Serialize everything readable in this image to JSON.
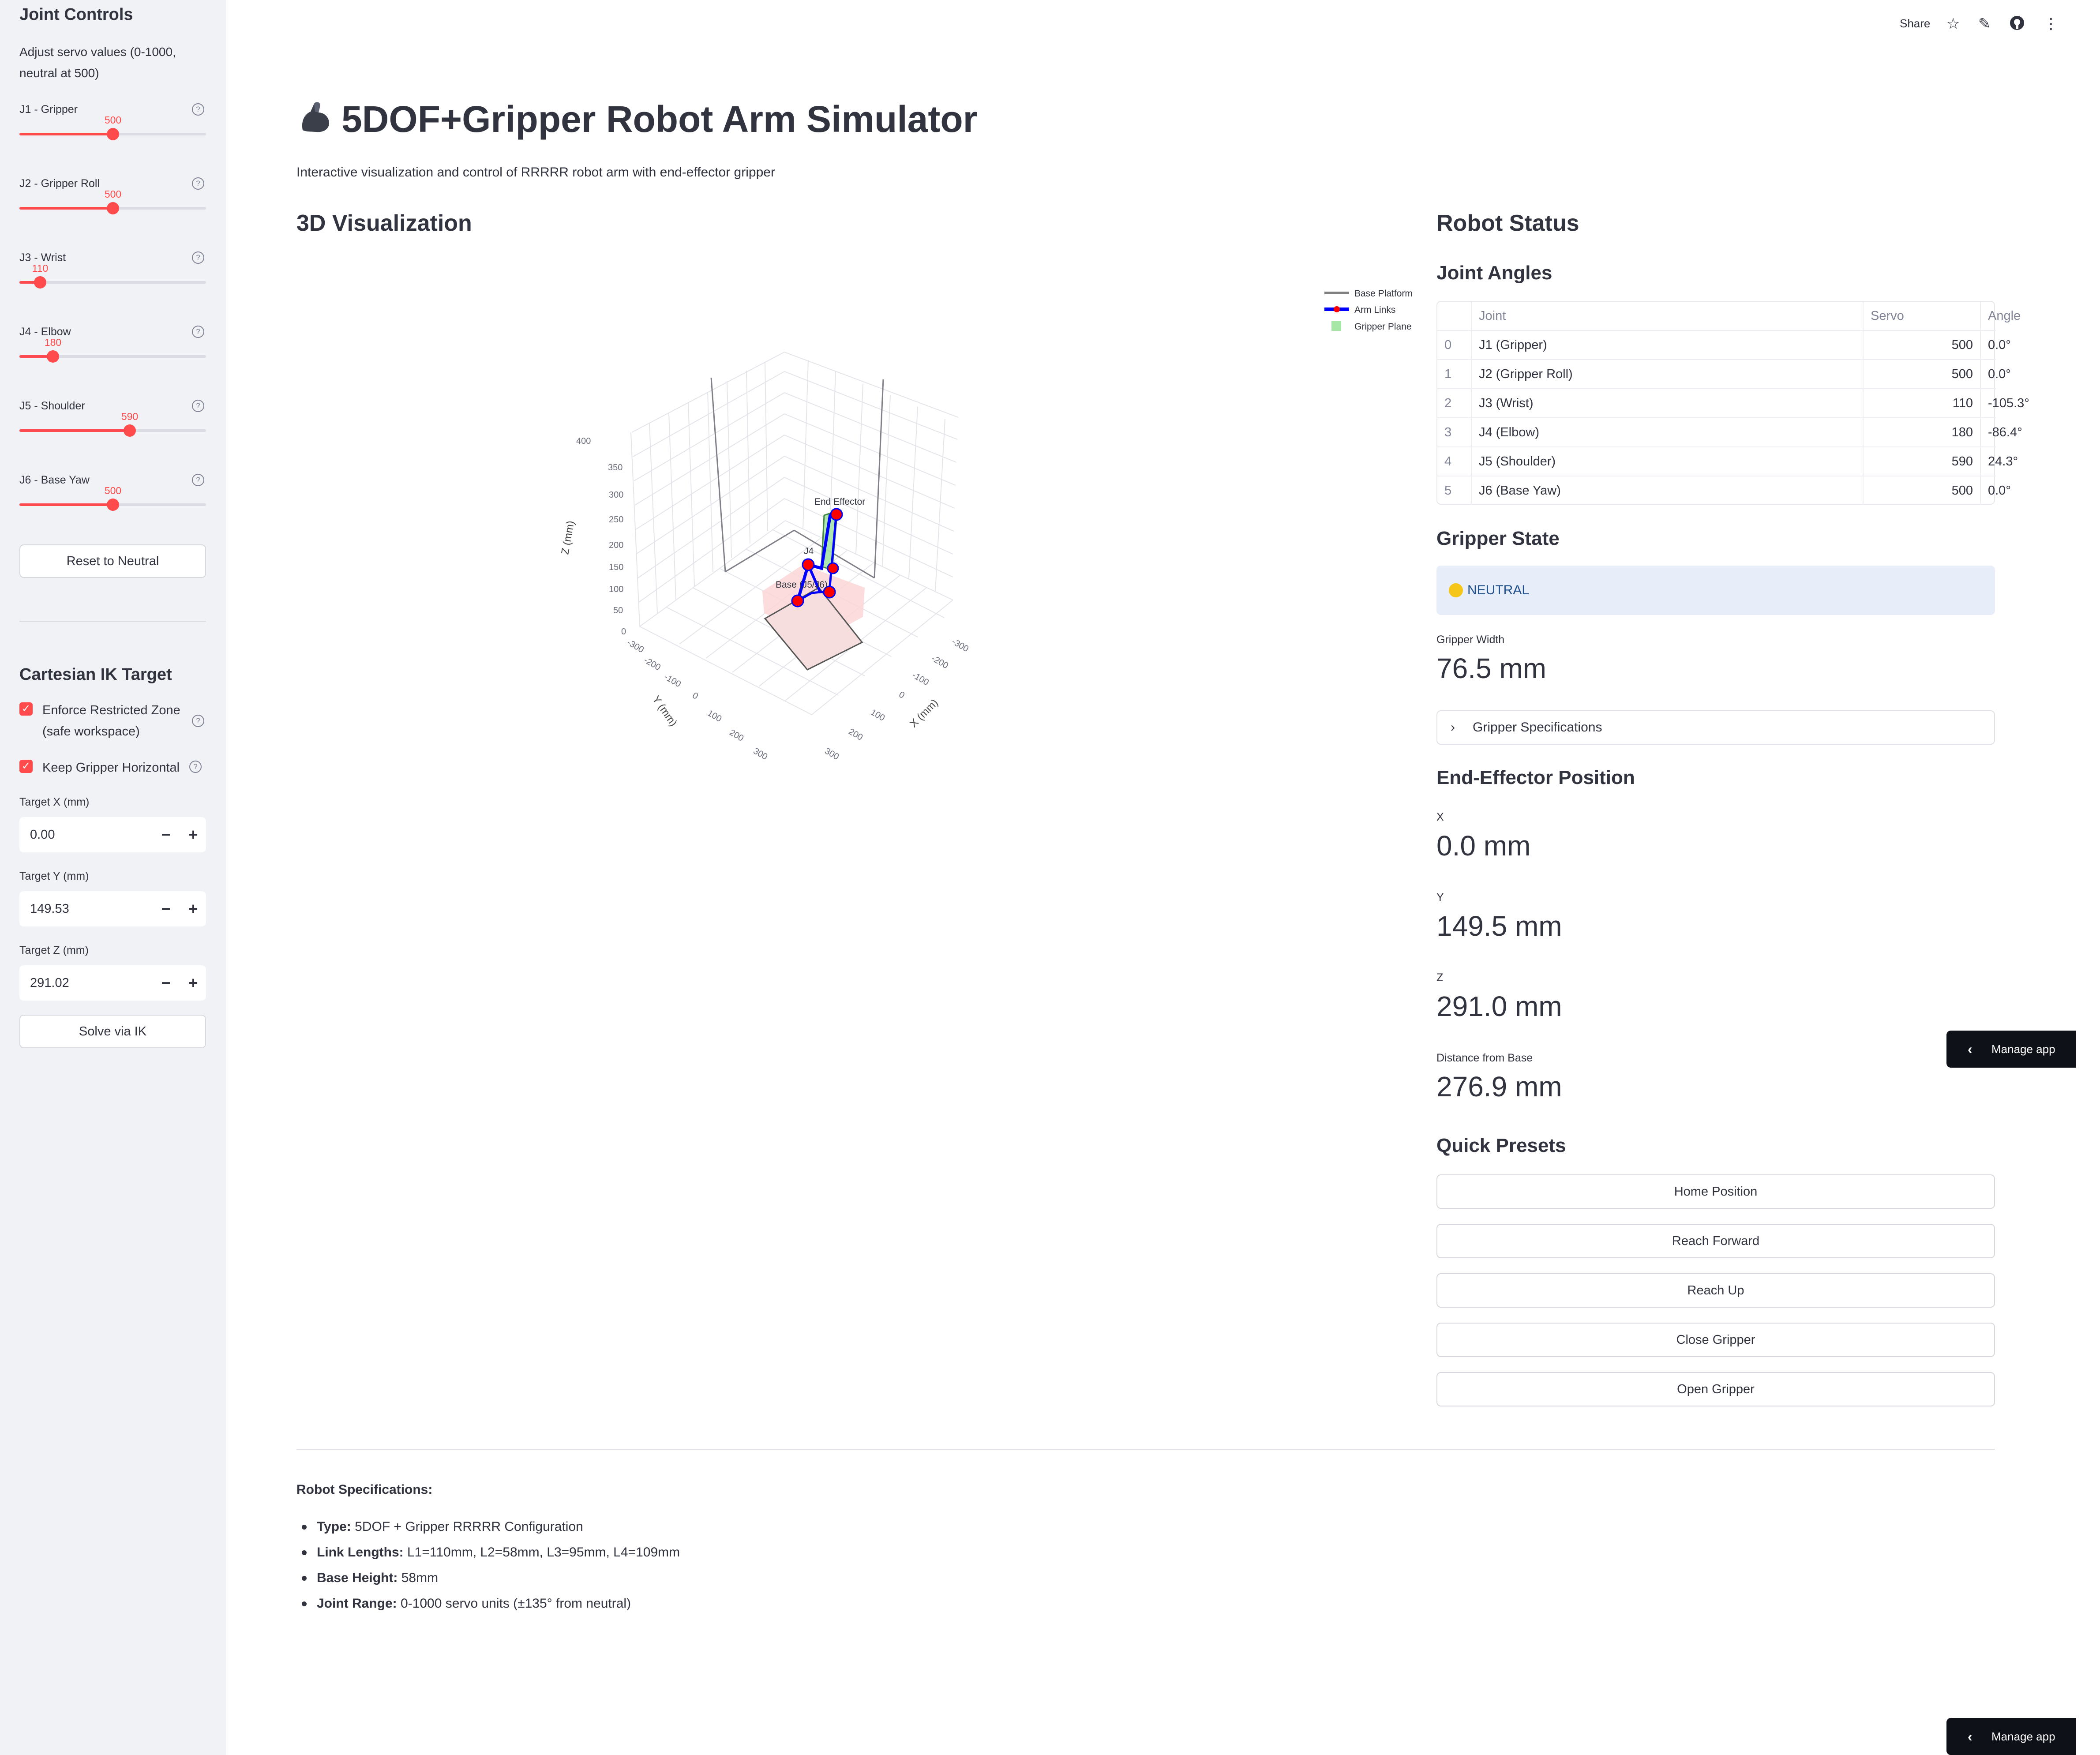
{
  "header": {
    "share_label": "Share",
    "icons": [
      "star-icon",
      "pencil-icon",
      "github-icon",
      "more-vertical-icon"
    ]
  },
  "sidebar": {
    "joint_controls_title": "Joint Controls",
    "joint_controls_desc": "Adjust servo values (0-1000, neutral at 500)",
    "sliders": [
      {
        "label": "J1 - Gripper",
        "value": 500,
        "min": 0,
        "max": 1000
      },
      {
        "label": "J2 - Gripper Roll",
        "value": 500,
        "min": 0,
        "max": 1000
      },
      {
        "label": "J3 - Wrist",
        "value": 110,
        "min": 0,
        "max": 1000
      },
      {
        "label": "J4 - Elbow",
        "value": 180,
        "min": 0,
        "max": 1000
      },
      {
        "label": "J5 - Shoulder",
        "value": 590,
        "min": 0,
        "max": 1000
      },
      {
        "label": "J6 - Base Yaw",
        "value": 500,
        "min": 0,
        "max": 1000
      }
    ],
    "reset_button": "Reset to Neutral",
    "ik_title": "Cartesian IK Target",
    "checkboxes": [
      {
        "label": "Enforce Restricted Zone (safe workspace)",
        "checked": true
      },
      {
        "label": "Keep Gripper Horizontal",
        "checked": true
      }
    ],
    "targets": [
      {
        "label": "Target X (mm)",
        "value": "0.00"
      },
      {
        "label": "Target Y (mm)",
        "value": "149.53"
      },
      {
        "label": "Target Z (mm)",
        "value": "291.02"
      }
    ],
    "solve_button": "Solve via IK",
    "accent_color": "#ff4b4b"
  },
  "main": {
    "title": "5DOF+Gripper Robot Arm Simulator",
    "title_icon": "flexed-biceps-icon",
    "subtitle": "Interactive visualization and control of RRRRR robot arm with end-effector gripper",
    "viz_title": "3D Visualization",
    "plot": {
      "legend": [
        "Base Platform",
        "Arm Links",
        "Gripper Plane"
      ],
      "legend_colors": [
        "#808080",
        "#0000ff",
        "#a6e6a6"
      ],
      "annotations": [
        "End Effector",
        "J4",
        "Base (J5/J6)"
      ],
      "axis_titles": {
        "x": "X (mm)",
        "y": "Y (mm)",
        "z": "Z (mm)"
      },
      "z_ticks": [
        "0",
        "50",
        "100",
        "150",
        "200",
        "250",
        "300",
        "350",
        "400"
      ],
      "y_ticks": [
        "-300",
        "-200",
        "-100",
        "0",
        "100",
        "200",
        "300"
      ],
      "x_ticks": [
        "-300",
        "-200",
        "-100",
        "0",
        "100",
        "200",
        "300"
      ]
    },
    "status_title": "Robot Status",
    "joint_angles_title": "Joint Angles",
    "joint_table": {
      "columns": [
        "",
        "Joint",
        "Servo",
        "Angle"
      ],
      "rows": [
        [
          "0",
          "J1 (Gripper)",
          "500",
          "0.0°"
        ],
        [
          "1",
          "J2 (Gripper Roll)",
          "500",
          "0.0°"
        ],
        [
          "2",
          "J3 (Wrist)",
          "110",
          "-105.3°"
        ],
        [
          "3",
          "J4 (Elbow)",
          "180",
          "-86.4°"
        ],
        [
          "4",
          "J5 (Shoulder)",
          "590",
          "24.3°"
        ],
        [
          "5",
          "J6 (Base Yaw)",
          "500",
          "0.0°"
        ]
      ]
    },
    "gripper_state_title": "Gripper State",
    "gripper_state": "NEUTRAL",
    "gripper_width_label": "Gripper Width",
    "gripper_width_value": "76.5 mm",
    "gripper_specs_label": "Gripper Specifications",
    "ee_title": "End-Effector Position",
    "ee": [
      {
        "label": "X",
        "value": "0.0 mm"
      },
      {
        "label": "Y",
        "value": "149.5 mm"
      },
      {
        "label": "Z",
        "value": "291.0 mm"
      },
      {
        "label": "Distance from Base",
        "value": "276.9 mm"
      }
    ],
    "presets_title": "Quick Presets",
    "presets": [
      "Home Position",
      "Reach Forward",
      "Reach Up",
      "Close Gripper",
      "Open Gripper"
    ],
    "specs_title": "Robot Specifications:",
    "specs": [
      {
        "key": "Type:",
        "value": "5DOF + Gripper RRRRR Configuration"
      },
      {
        "key": "Link Lengths:",
        "value": "L1=110mm, L2=58mm, L3=95mm, L4=109mm"
      },
      {
        "key": "Base Height:",
        "value": "58mm"
      },
      {
        "key": "Joint Range:",
        "value": "0-1000 servo units (±135° from neutral)"
      }
    ]
  },
  "manage_app_label": "Manage app"
}
